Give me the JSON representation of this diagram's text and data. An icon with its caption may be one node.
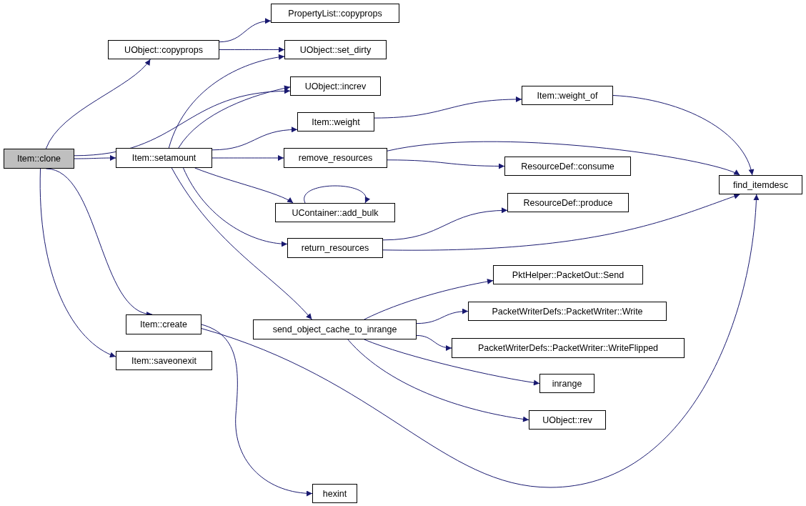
{
  "diagram": {
    "nodes": [
      {
        "text": [
          "Item::clone"
        ]
      },
      {
        "text": [
          "UObject::copyprops"
        ]
      },
      {
        "text": [
          "PropertyList::copyprops"
        ]
      },
      {
        "text": [
          "UObject::set_dirty"
        ]
      },
      {
        "text": [
          "UObject::increv"
        ]
      },
      {
        "text": [
          "Item::setamount"
        ]
      },
      {
        "text": [
          "Item::weight"
        ]
      },
      {
        "text": [
          "Item::weight_of"
        ]
      },
      {
        "text": [
          "remove_resources"
        ]
      },
      {
        "text": [
          "ResourceDef::consume"
        ]
      },
      {
        "text": [
          "find_itemdesc"
        ]
      },
      {
        "text": [
          "UContainer::add_bulk"
        ]
      },
      {
        "text": [
          "ResourceDef::produce"
        ]
      },
      {
        "text": [
          "return_resources"
        ]
      },
      {
        "text": [
          "PktHelper::PacketOut::Send"
        ]
      },
      {
        "text": [
          "PacketWriterDefs::PacketWriter::Write"
        ]
      },
      {
        "text": [
          "send_object_cache_to_inrange"
        ]
      },
      {
        "text": [
          "PacketWriterDefs::PacketWriter::WriteFlipped"
        ]
      },
      {
        "text": [
          "inrange"
        ]
      },
      {
        "text": [
          "UObject::rev"
        ]
      },
      {
        "text": [
          "Item::create"
        ]
      },
      {
        "text": [
          "Item::saveonexit"
        ]
      },
      {
        "text": [
          "hexint"
        ]
      }
    ],
    "edges": [
      {
        "from": 0,
        "to": 1,
        "arrow": "to"
      },
      {
        "from": 0,
        "to": 4,
        "arrow": "to"
      },
      {
        "from": 0,
        "to": 5,
        "arrow": "to"
      },
      {
        "from": 0,
        "to": 20,
        "arrow": "to"
      },
      {
        "from": 0,
        "to": 21,
        "arrow": "to"
      },
      {
        "from": 1,
        "to": 2,
        "arrow": "to"
      },
      {
        "from": 1,
        "to": 3,
        "arrow": "to"
      },
      {
        "from": 5,
        "to": 3,
        "arrow": "to"
      },
      {
        "from": 5,
        "to": 4,
        "arrow": "to"
      },
      {
        "from": 5,
        "to": 6,
        "arrow": "to"
      },
      {
        "from": 5,
        "to": 8,
        "arrow": "to"
      },
      {
        "from": 5,
        "to": 11,
        "arrow": "to"
      },
      {
        "from": 5,
        "to": 13,
        "arrow": "to"
      },
      {
        "from": 5,
        "to": 16,
        "arrow": "to"
      },
      {
        "from": 6,
        "to": 7,
        "arrow": "to"
      },
      {
        "from": 7,
        "to": 10,
        "arrow": "to"
      },
      {
        "from": 8,
        "to": 10,
        "arrow": "to"
      },
      {
        "from": 8,
        "to": 9,
        "arrow": "to"
      },
      {
        "from": 11,
        "to": 11,
        "arrow": "to"
      },
      {
        "from": 13,
        "to": 12,
        "arrow": "to"
      },
      {
        "from": 13,
        "to": 10,
        "arrow": "to"
      },
      {
        "from": 16,
        "to": 14,
        "arrow": "to"
      },
      {
        "from": 16,
        "to": 15,
        "arrow": "to"
      },
      {
        "from": 16,
        "to": 17,
        "arrow": "to"
      },
      {
        "from": 16,
        "to": 18,
        "arrow": "to"
      },
      {
        "from": 16,
        "to": 19,
        "arrow": "to"
      },
      {
        "from": 20,
        "to": 10,
        "arrow": "to"
      },
      {
        "from": 20,
        "to": 22,
        "arrow": "to"
      }
    ]
  }
}
